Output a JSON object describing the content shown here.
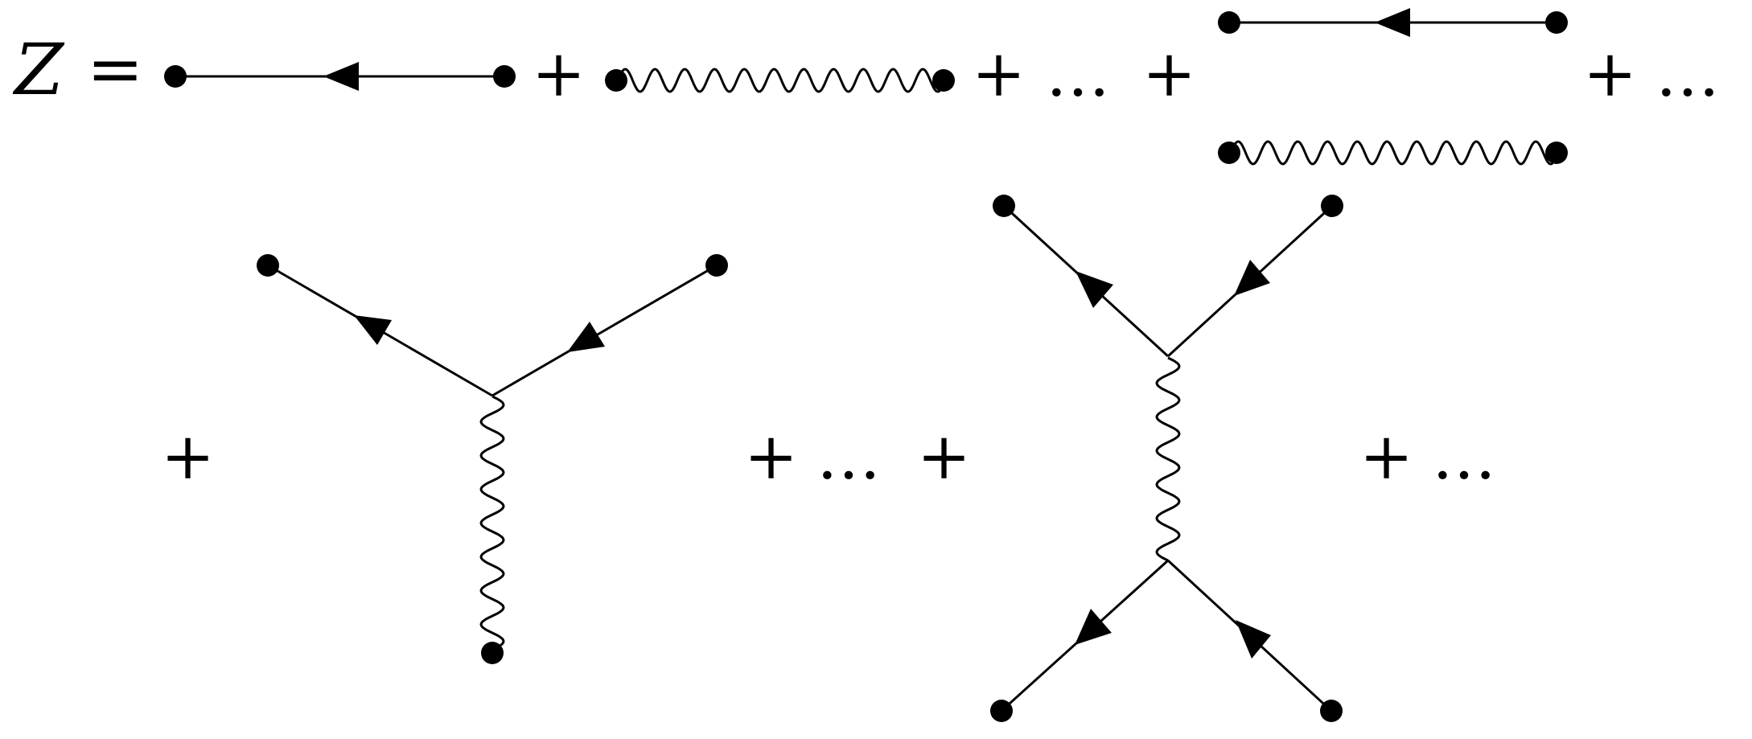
{
  "equation": {
    "lhs": "Z",
    "equals": "=",
    "plus": "+",
    "ellipsis": "…"
  },
  "colors": {
    "ink": "#000000",
    "background": "#ffffff"
  },
  "diagram_terms": [
    "fermion-propagator",
    "photon-propagator",
    "disconnected-fermion-photon",
    "cubic-vertex",
    "four-fermion-exchange"
  ]
}
